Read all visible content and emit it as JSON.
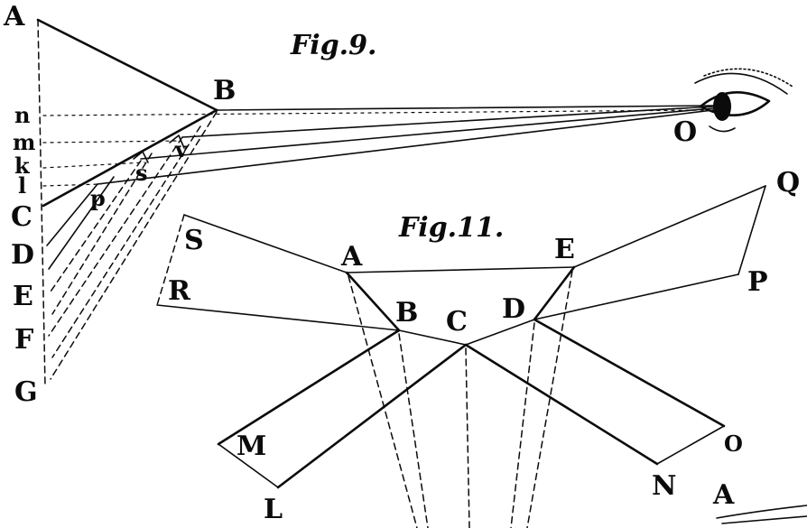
{
  "figures": {
    "fig9": {
      "caption": "Fig.9.",
      "labels": {
        "A": "A",
        "B": "B",
        "O": "O",
        "n": "n",
        "m": "m",
        "k": "k",
        "l": "l",
        "C": "C",
        "D": "D",
        "E": "E",
        "F": "F",
        "G": "G",
        "p": "p",
        "s": "s",
        "v": "v"
      }
    },
    "fig11": {
      "caption": "Fig.11.",
      "labels": {
        "S": "S",
        "R": "R",
        "A": "A",
        "B": "B",
        "C": "C",
        "D": "D",
        "E": "E",
        "P": "P",
        "Q": "Q",
        "M": "M",
        "L": "L",
        "N": "N",
        "O": "O",
        "A2": "A"
      }
    }
  }
}
